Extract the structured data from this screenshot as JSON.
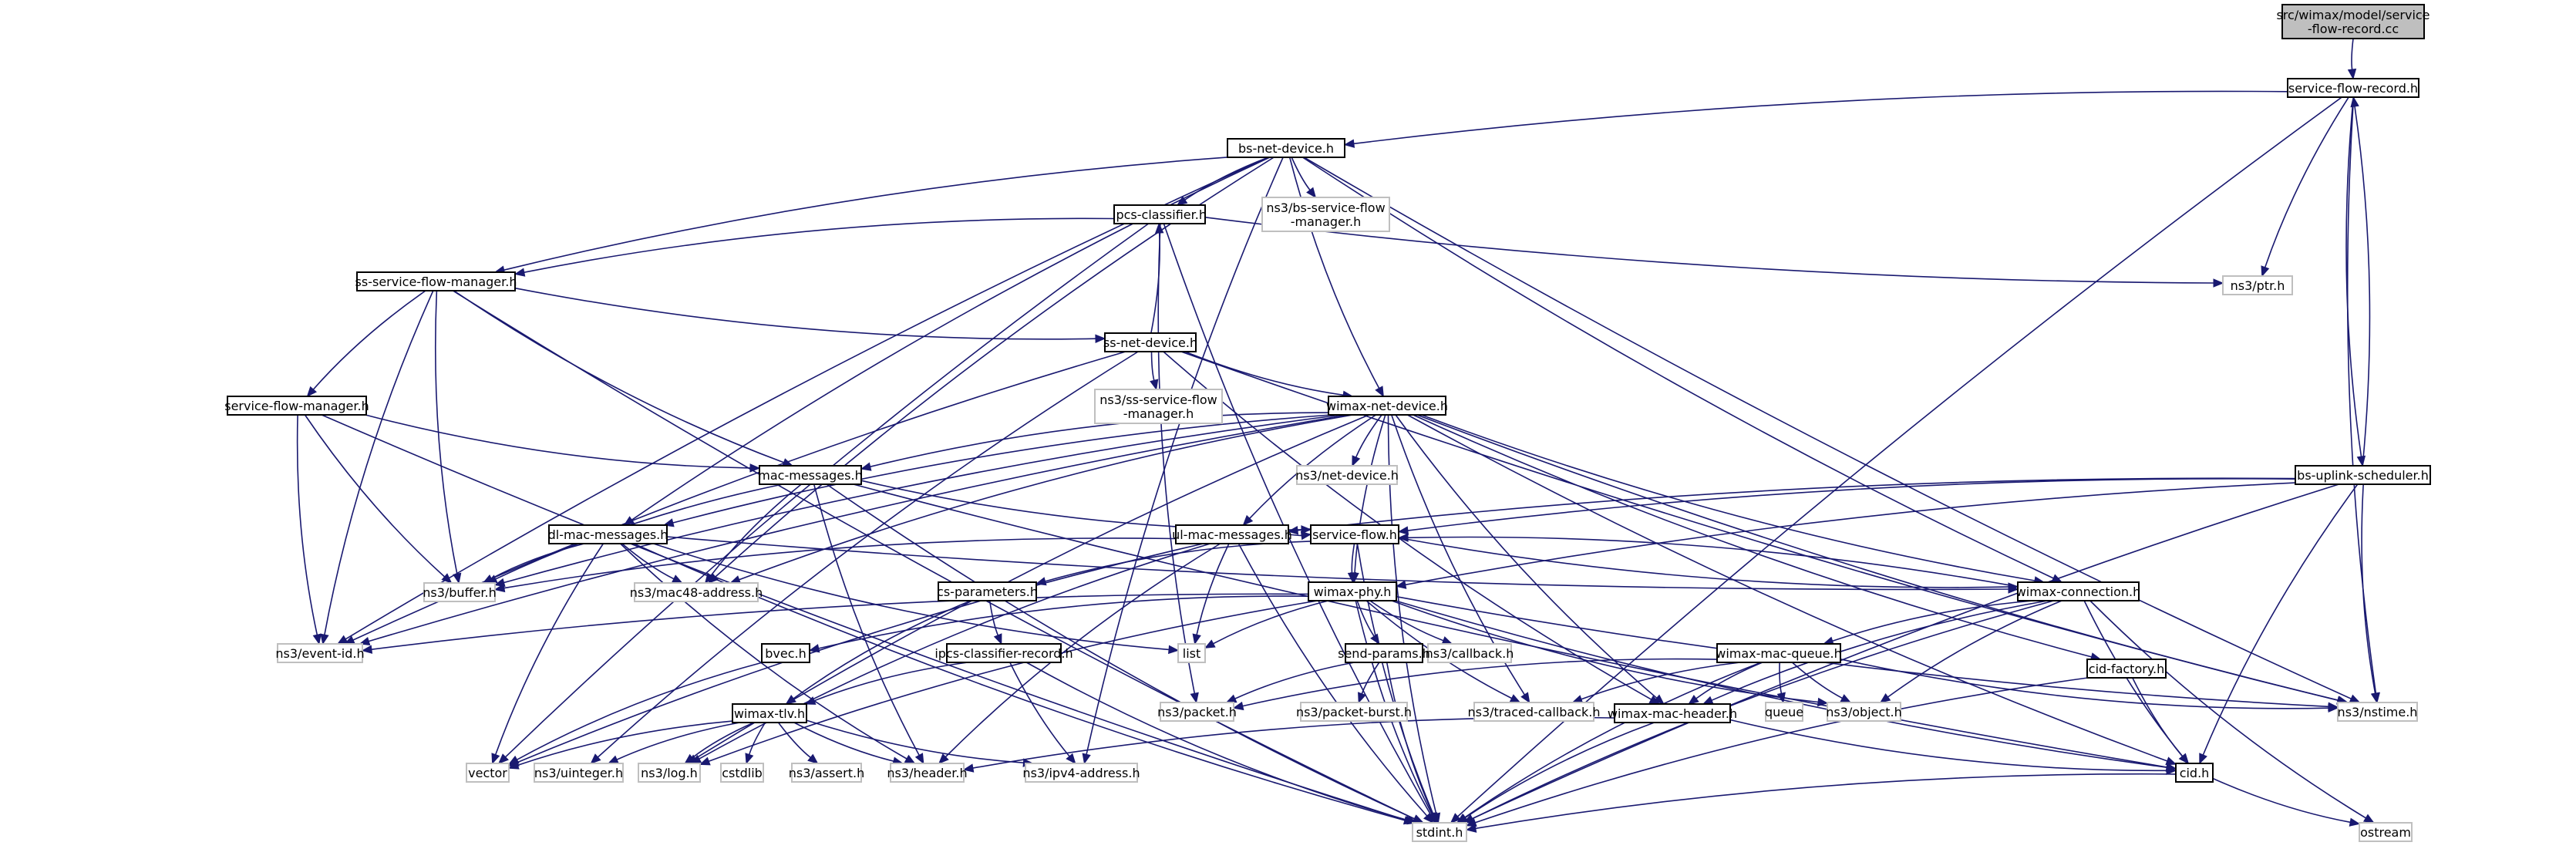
{
  "diagram": {
    "type": "include-dependency-graph",
    "colors": {
      "edge": "#191970",
      "root_fill": "#bfbfbf",
      "header_border": "#000000",
      "external_border": "#bfbfbf",
      "external_text": "#555555"
    },
    "nodes": [
      {
        "id": "root",
        "lines": [
          "src/wimax/model/service",
          "-flow-record.cc"
        ],
        "kind": "root"
      },
      {
        "id": "sfr",
        "lines": [
          "service-flow-record.h"
        ],
        "kind": "header"
      },
      {
        "id": "bsnd",
        "lines": [
          "bs-net-device.h"
        ],
        "kind": "header"
      },
      {
        "id": "bssfm",
        "lines": [
          "ns3/bs-service-flow",
          "-manager.h"
        ],
        "kind": "external"
      },
      {
        "id": "ipcs",
        "lines": [
          "ipcs-classifier.h"
        ],
        "kind": "header"
      },
      {
        "id": "ptr",
        "lines": [
          "ns3/ptr.h"
        ],
        "kind": "external"
      },
      {
        "id": "sssfm",
        "lines": [
          "ss-service-flow-manager.h"
        ],
        "kind": "header"
      },
      {
        "id": "ssnd",
        "lines": [
          "ss-net-device.h"
        ],
        "kind": "header"
      },
      {
        "id": "nsssfm",
        "lines": [
          "ns3/ss-service-flow",
          "-manager.h"
        ],
        "kind": "external"
      },
      {
        "id": "sfm",
        "lines": [
          "service-flow-manager.h"
        ],
        "kind": "header"
      },
      {
        "id": "wnd",
        "lines": [
          "wimax-net-device.h"
        ],
        "kind": "header"
      },
      {
        "id": "netdev",
        "lines": [
          "ns3/net-device.h"
        ],
        "kind": "external"
      },
      {
        "id": "macmsg",
        "lines": [
          "mac-messages.h"
        ],
        "kind": "header"
      },
      {
        "id": "bsup",
        "lines": [
          "bs-uplink-scheduler.h"
        ],
        "kind": "header"
      },
      {
        "id": "dlmac",
        "lines": [
          "dl-mac-messages.h"
        ],
        "kind": "header"
      },
      {
        "id": "ulmac",
        "lines": [
          "ul-mac-messages.h"
        ],
        "kind": "header"
      },
      {
        "id": "sf",
        "lines": [
          "service-flow.h"
        ],
        "kind": "header"
      },
      {
        "id": "buffer",
        "lines": [
          "ns3/buffer.h"
        ],
        "kind": "external"
      },
      {
        "id": "mac48",
        "lines": [
          "ns3/mac48-address.h"
        ],
        "kind": "external"
      },
      {
        "id": "csparam",
        "lines": [
          "cs-parameters.h"
        ],
        "kind": "header"
      },
      {
        "id": "wphy",
        "lines": [
          "wimax-phy.h"
        ],
        "kind": "header"
      },
      {
        "id": "wconn",
        "lines": [
          "wimax-connection.h"
        ],
        "kind": "header"
      },
      {
        "id": "eventid",
        "lines": [
          "ns3/event-id.h"
        ],
        "kind": "external"
      },
      {
        "id": "list",
        "lines": [
          "list"
        ],
        "kind": "external"
      },
      {
        "id": "callback",
        "lines": [
          "ns3/callback.h"
        ],
        "kind": "external"
      },
      {
        "id": "bvec",
        "lines": [
          "bvec.h"
        ],
        "kind": "header"
      },
      {
        "id": "ipcscr",
        "lines": [
          "ipcs-classifier-record.h"
        ],
        "kind": "header"
      },
      {
        "id": "sendp",
        "lines": [
          "send-params.h"
        ],
        "kind": "header"
      },
      {
        "id": "wmq",
        "lines": [
          "wimax-mac-queue.h"
        ],
        "kind": "header"
      },
      {
        "id": "cidf",
        "lines": [
          "cid-factory.h"
        ],
        "kind": "header"
      },
      {
        "id": "tlv",
        "lines": [
          "wimax-tlv.h"
        ],
        "kind": "header"
      },
      {
        "id": "packet",
        "lines": [
          "ns3/packet.h"
        ],
        "kind": "external"
      },
      {
        "id": "pburst",
        "lines": [
          "ns3/packet-burst.h"
        ],
        "kind": "external"
      },
      {
        "id": "traced",
        "lines": [
          "ns3/traced-callback.h"
        ],
        "kind": "external"
      },
      {
        "id": "queue",
        "lines": [
          "queue"
        ],
        "kind": "external"
      },
      {
        "id": "object",
        "lines": [
          "ns3/object.h"
        ],
        "kind": "external"
      },
      {
        "id": "nstime",
        "lines": [
          "ns3/nstime.h"
        ],
        "kind": "external"
      },
      {
        "id": "wmh",
        "lines": [
          "wimax-mac-header.h"
        ],
        "kind": "header"
      },
      {
        "id": "cid",
        "lines": [
          "cid.h"
        ],
        "kind": "header"
      },
      {
        "id": "vector",
        "lines": [
          "vector"
        ],
        "kind": "external"
      },
      {
        "id": "uinteger",
        "lines": [
          "ns3/uinteger.h"
        ],
        "kind": "external"
      },
      {
        "id": "log",
        "lines": [
          "ns3/log.h"
        ],
        "kind": "external"
      },
      {
        "id": "cstdlib",
        "lines": [
          "cstdlib"
        ],
        "kind": "external"
      },
      {
        "id": "assert",
        "lines": [
          "ns3/assert.h"
        ],
        "kind": "external"
      },
      {
        "id": "header",
        "lines": [
          "ns3/header.h"
        ],
        "kind": "external"
      },
      {
        "id": "ipv4",
        "lines": [
          "ns3/ipv4-address.h"
        ],
        "kind": "external"
      },
      {
        "id": "ostream",
        "lines": [
          "ostream"
        ],
        "kind": "external"
      },
      {
        "id": "stdint",
        "lines": [
          "stdint.h"
        ],
        "kind": "external"
      }
    ],
    "edges": [
      [
        "root",
        "sfr"
      ],
      [
        "sfr",
        "bsnd"
      ],
      [
        "sfr",
        "ptr"
      ],
      [
        "sfr",
        "bsup"
      ],
      [
        "sfr",
        "nstime"
      ],
      [
        "sfr",
        "stdint"
      ],
      [
        "bsnd",
        "ipcs"
      ],
      [
        "bsnd",
        "bssfm"
      ],
      [
        "bsnd",
        "sssfm"
      ],
      [
        "bsnd",
        "wnd"
      ],
      [
        "bsnd",
        "dlmac"
      ],
      [
        "bsnd",
        "eventid"
      ],
      [
        "bsnd",
        "mac48"
      ],
      [
        "bsnd",
        "ipv4"
      ],
      [
        "bsnd",
        "wconn"
      ],
      [
        "bsnd",
        "nstime"
      ],
      [
        "ipcs",
        "ptr"
      ],
      [
        "ipcs",
        "sssfm"
      ],
      [
        "ipcs",
        "packet"
      ],
      [
        "ipcs",
        "stdint"
      ],
      [
        "ipcs",
        "vector"
      ],
      [
        "sssfm",
        "sfm"
      ],
      [
        "sssfm",
        "ssnd"
      ],
      [
        "sssfm",
        "macmsg"
      ],
      [
        "sssfm",
        "buffer"
      ],
      [
        "sssfm",
        "eventid"
      ],
      [
        "sssfm",
        "stdint"
      ],
      [
        "ssnd",
        "ipcs"
      ],
      [
        "ssnd",
        "nsssfm"
      ],
      [
        "ssnd",
        "wnd"
      ],
      [
        "ssnd",
        "eventid"
      ],
      [
        "ssnd",
        "nstime"
      ],
      [
        "ssnd",
        "uinteger"
      ],
      [
        "ssnd",
        "wmh"
      ],
      [
        "sfm",
        "macmsg"
      ],
      [
        "sfm",
        "buffer"
      ],
      [
        "sfm",
        "eventid"
      ],
      [
        "sfm",
        "stdint"
      ],
      [
        "wnd",
        "netdev"
      ],
      [
        "wnd",
        "macmsg"
      ],
      [
        "wnd",
        "dlmac"
      ],
      [
        "wnd",
        "ulmac"
      ],
      [
        "wnd",
        "wphy"
      ],
      [
        "wnd",
        "wconn"
      ],
      [
        "wnd",
        "traced"
      ],
      [
        "wnd",
        "wmh"
      ],
      [
        "wnd",
        "cidf"
      ],
      [
        "wnd",
        "nstime"
      ],
      [
        "wnd",
        "eventid"
      ],
      [
        "wnd",
        "mac48"
      ],
      [
        "wnd",
        "buffer"
      ],
      [
        "wnd",
        "log"
      ],
      [
        "wnd",
        "cid"
      ],
      [
        "wnd",
        "stdint"
      ],
      [
        "macmsg",
        "sf"
      ],
      [
        "macmsg",
        "mac48"
      ],
      [
        "macmsg",
        "buffer"
      ],
      [
        "macmsg",
        "header"
      ],
      [
        "macmsg",
        "cid"
      ],
      [
        "macmsg",
        "stdint"
      ],
      [
        "bsup",
        "sfr"
      ],
      [
        "bsup",
        "ulmac"
      ],
      [
        "bsup",
        "sf"
      ],
      [
        "bsup",
        "wphy"
      ],
      [
        "bsup",
        "nstime"
      ],
      [
        "bsup",
        "cid"
      ],
      [
        "bsup",
        "stdint"
      ],
      [
        "dlmac",
        "buffer"
      ],
      [
        "dlmac",
        "mac48"
      ],
      [
        "dlmac",
        "header"
      ],
      [
        "dlmac",
        "list"
      ],
      [
        "dlmac",
        "vector"
      ],
      [
        "dlmac",
        "stdint"
      ],
      [
        "dlmac",
        "wconn"
      ],
      [
        "ulmac",
        "buffer"
      ],
      [
        "ulmac",
        "list"
      ],
      [
        "ulmac",
        "header"
      ],
      [
        "ulmac",
        "log"
      ],
      [
        "ulmac",
        "vector"
      ],
      [
        "ulmac",
        "stdint"
      ],
      [
        "ulmac",
        "sf"
      ],
      [
        "sf",
        "csparam"
      ],
      [
        "sf",
        "wphy"
      ],
      [
        "sf",
        "wconn"
      ],
      [
        "sf",
        "stdint"
      ],
      [
        "csparam",
        "ipcscr"
      ],
      [
        "csparam",
        "tlv"
      ],
      [
        "wphy",
        "eventid"
      ],
      [
        "wphy",
        "list"
      ],
      [
        "wphy",
        "bvec"
      ],
      [
        "wphy",
        "sendp"
      ],
      [
        "wphy",
        "callback"
      ],
      [
        "wphy",
        "traced"
      ],
      [
        "wphy",
        "object"
      ],
      [
        "wphy",
        "nstime"
      ],
      [
        "wphy",
        "log"
      ],
      [
        "wphy",
        "stdint"
      ],
      [
        "wphy",
        "cid"
      ],
      [
        "wconn",
        "sf"
      ],
      [
        "wconn",
        "wmq"
      ],
      [
        "wconn",
        "wmh"
      ],
      [
        "wconn",
        "object"
      ],
      [
        "wconn",
        "cid"
      ],
      [
        "wconn",
        "ostream"
      ],
      [
        "wconn",
        "stdint"
      ],
      [
        "bvec",
        "vector"
      ],
      [
        "ipcscr",
        "tlv"
      ],
      [
        "ipcscr",
        "ipv4"
      ],
      [
        "ipcscr",
        "stdint"
      ],
      [
        "sendp",
        "packet"
      ],
      [
        "sendp",
        "pburst"
      ],
      [
        "sendp",
        "stdint"
      ],
      [
        "wmq",
        "packet"
      ],
      [
        "wmq",
        "traced"
      ],
      [
        "wmq",
        "queue"
      ],
      [
        "wmq",
        "object"
      ],
      [
        "wmq",
        "nstime"
      ],
      [
        "wmq",
        "wmh"
      ],
      [
        "wmq",
        "stdint"
      ],
      [
        "cidf",
        "cid"
      ],
      [
        "cidf",
        "stdint"
      ],
      [
        "tlv",
        "vector"
      ],
      [
        "tlv",
        "uinteger"
      ],
      [
        "tlv",
        "log"
      ],
      [
        "tlv",
        "cstdlib"
      ],
      [
        "tlv",
        "assert"
      ],
      [
        "tlv",
        "header"
      ],
      [
        "tlv",
        "ipv4"
      ],
      [
        "wmh",
        "header"
      ],
      [
        "wmh",
        "cid"
      ],
      [
        "wmh",
        "stdint"
      ],
      [
        "cid",
        "stdint"
      ],
      [
        "cid",
        "ostream"
      ]
    ]
  }
}
